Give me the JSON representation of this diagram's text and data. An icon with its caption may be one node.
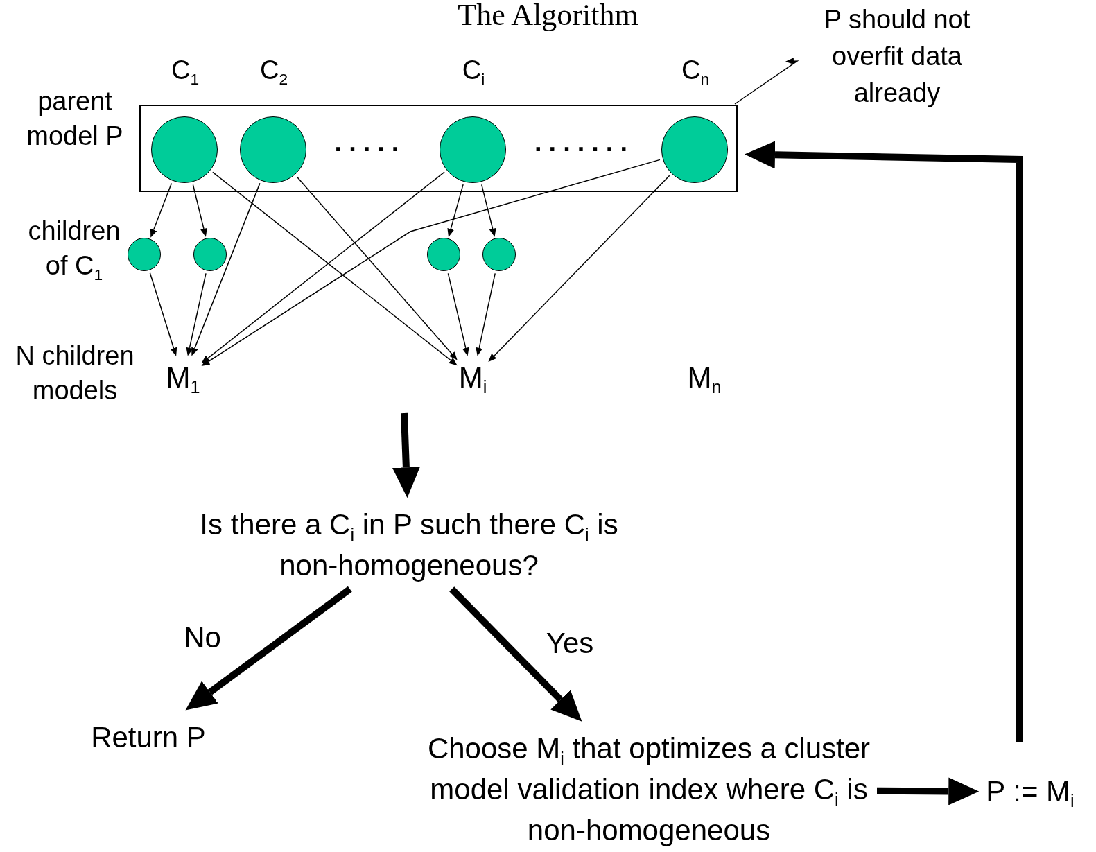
{
  "diagram": {
    "title": "The Algorithm",
    "nodes": [
      {
        "text": [],
        "shape": "box",
        "beside": [
          "parent model P"
        ]
      },
      {
        "text": [],
        "shape": "circle",
        "in": 0,
        "beside": [
          "C$_{1}$"
        ]
      },
      {
        "text": [],
        "shape": "circle",
        "in": 0,
        "beside": [
          "C$_{2}$"
        ]
      },
      {
        "text": [],
        "shape": "circle",
        "in": 0,
        "beside": [
          "C$_{i}$"
        ]
      },
      {
        "text": [],
        "shape": "circle",
        "in": 0,
        "beside": [
          "C$_{n}$"
        ]
      },
      {
        "text": [],
        "shape": "circle"
      },
      {
        "text": [],
        "shape": "circle"
      },
      {
        "text": [],
        "shape": "circle"
      },
      {
        "text": [],
        "shape": "circle"
      },
      {
        "text": [
          "M$_{1}$"
        ]
      },
      {
        "text": [
          "M$_{i}$"
        ]
      },
      {
        "text": [
          "M$_{n}$"
        ]
      },
      {
        "text": [
          "P should not overfit data already"
        ]
      },
      {
        "text": [
          "Is there a C$_{i}$ in P such there C$_{i}$ is non-homogeneous?"
        ]
      },
      {
        "text": [
          "Return P"
        ]
      },
      {
        "text": [
          "Choose M$_{i}$ that optimizes a cluster model validation index where C$_{i}$ is non-homogeneous"
        ]
      },
      {
        "text": [
          "P := M$_{i}$"
        ]
      }
    ],
    "edges": [
      {
        "from": 0,
        "to": 12,
        "arrow": "to"
      },
      {
        "from": 1,
        "to": 5,
        "arrow": "to"
      },
      {
        "from": 1,
        "to": 6,
        "arrow": "to"
      },
      {
        "from": 5,
        "to": 9,
        "arrow": "to"
      },
      {
        "from": 6,
        "to": 9,
        "arrow": "to"
      },
      {
        "from": 2,
        "to": 9,
        "arrow": "to"
      },
      {
        "from": 3,
        "to": 9,
        "arrow": "to"
      },
      {
        "from": 4,
        "to": 9,
        "arrow": "to"
      },
      {
        "from": 1,
        "to": 10,
        "arrow": "to"
      },
      {
        "from": 2,
        "to": 10,
        "arrow": "to"
      },
      {
        "from": 3,
        "to": 7,
        "arrow": "to"
      },
      {
        "from": 3,
        "to": 8,
        "arrow": "to"
      },
      {
        "from": 7,
        "to": 10,
        "arrow": "to"
      },
      {
        "from": 8,
        "to": 10,
        "arrow": "to"
      },
      {
        "from": 4,
        "to": 10,
        "arrow": "to"
      },
      {
        "from": null,
        "to": 13,
        "arrow": "to",
        "style": "thick"
      },
      {
        "from": 13,
        "to": 14,
        "arrow": "to",
        "style": "thick",
        "label": "No"
      },
      {
        "from": 13,
        "to": 15,
        "arrow": "to",
        "style": "thick",
        "label": "Yes"
      },
      {
        "from": 15,
        "to": 16,
        "arrow": "to",
        "style": "thick"
      },
      {
        "from": 16,
        "to": 0,
        "arrow": "to",
        "style": "thick"
      }
    ],
    "labels": [
      ".....",
      ".......",
      "children of C$_{1}$",
      "N children models"
    ]
  }
}
